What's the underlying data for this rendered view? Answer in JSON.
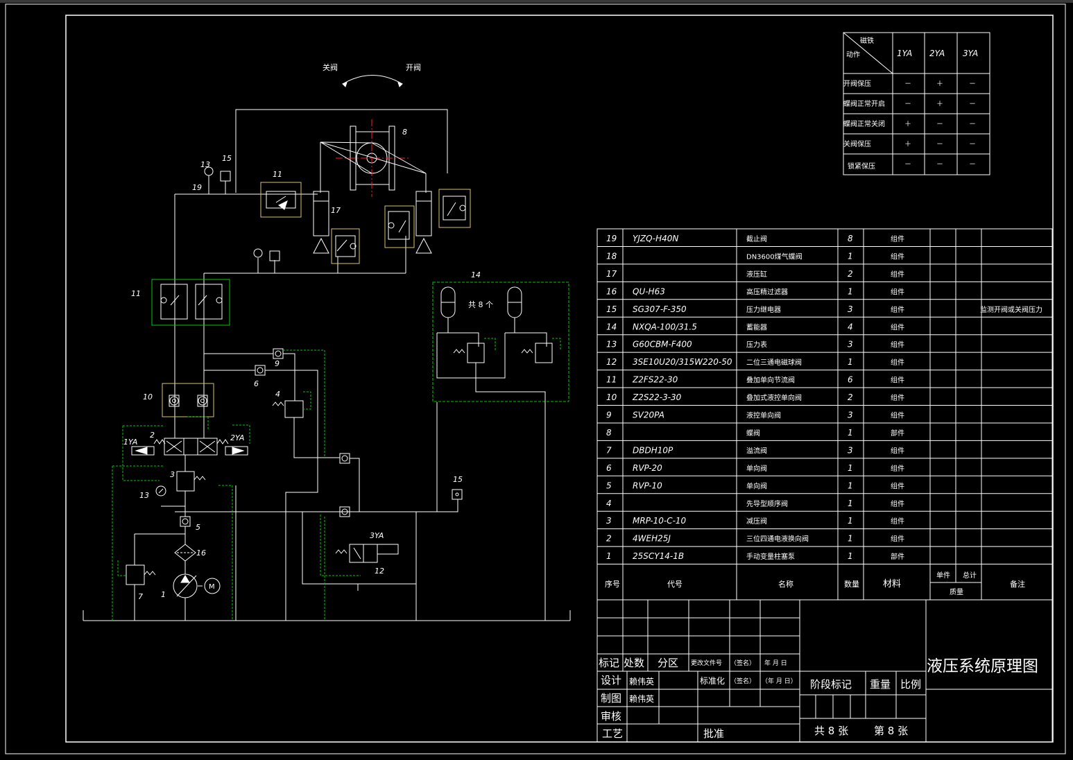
{
  "colors": {
    "background": "#000000",
    "line": "#ffffff",
    "green": "#00cc00",
    "yellow": "#d6c36a",
    "red": "#ff2020"
  },
  "valve_direction": {
    "close": "关阀",
    "open": "开阀"
  },
  "callouts": {
    "c1": "1",
    "c2": "2",
    "c3": "3",
    "c4": "4",
    "c5": "5",
    "c6": "6",
    "c7": "7",
    "c8": "8",
    "c9": "9",
    "c10": "10",
    "c11a": "11",
    "c11b": "11",
    "c12": "12",
    "c13a": "13",
    "c13b": "13",
    "c14": "14",
    "c15a": "15",
    "c15b": "15",
    "c16": "16",
    "c17": "17",
    "c19": "19"
  },
  "solenoids": {
    "ya1": "1YA",
    "ya2": "2YA",
    "ya3": "3YA"
  },
  "accumulator_note": "共 8 个",
  "motor_label": "M",
  "solenoid_table": {
    "header_top": "磁铁",
    "header_bottom": "动作",
    "columns": [
      "1YA",
      "2YA",
      "3YA"
    ],
    "rows": [
      {
        "action": "开阀保压",
        "values": [
          "－",
          "＋",
          "－"
        ]
      },
      {
        "action": "蝶阀正常开启",
        "values": [
          "－",
          "＋",
          "－"
        ]
      },
      {
        "action": "蝶阀正常关闭",
        "values": [
          "＋",
          "－",
          "－"
        ]
      },
      {
        "action": "关阀保压",
        "values": [
          "＋",
          "－",
          "－"
        ]
      },
      {
        "action": "锁紧保压",
        "values": [
          "－",
          "－",
          "－"
        ]
      }
    ]
  },
  "bom": {
    "rows": [
      {
        "no": "19",
        "code": "YJZQ-H40N",
        "name": "截止阀",
        "qty": "8",
        "material": "组件",
        "remark": ""
      },
      {
        "no": "18",
        "code": "",
        "name": "DN3600煤气蝶阀",
        "qty": "1",
        "material": "组件",
        "remark": ""
      },
      {
        "no": "17",
        "code": "",
        "name": "液压缸",
        "qty": "2",
        "material": "组件",
        "remark": ""
      },
      {
        "no": "16",
        "code": "QU-H63",
        "name": "高压精过滤器",
        "qty": "1",
        "material": "组件",
        "remark": ""
      },
      {
        "no": "15",
        "code": "SG307-F-350",
        "name": "压力继电器",
        "qty": "3",
        "material": "组件",
        "remark": "监测开阀或关阀压力"
      },
      {
        "no": "14",
        "code": "NXQA-100/31.5",
        "name": "蓄能器",
        "qty": "4",
        "material": "组件",
        "remark": ""
      },
      {
        "no": "13",
        "code": "G60CBM-F400",
        "name": "压力表",
        "qty": "3",
        "material": "组件",
        "remark": ""
      },
      {
        "no": "12",
        "code": "3SE10U20/315W220-50",
        "name": "二位三通电磁球阀",
        "qty": "1",
        "material": "组件",
        "remark": ""
      },
      {
        "no": "11",
        "code": "Z2FS22-30",
        "name": "叠加单向节流阀",
        "qty": "6",
        "material": "组件",
        "remark": ""
      },
      {
        "no": "10",
        "code": "Z2S22-3-30",
        "name": "叠加式液控单向阀",
        "qty": "2",
        "material": "组件",
        "remark": ""
      },
      {
        "no": "9",
        "code": "SV20PA",
        "name": "液控单向阀",
        "qty": "3",
        "material": "组件",
        "remark": ""
      },
      {
        "no": "8",
        "code": "",
        "name": "蝶阀",
        "qty": "1",
        "material": "部件",
        "remark": ""
      },
      {
        "no": "7",
        "code": "DBDH10P",
        "name": "溢流阀",
        "qty": "3",
        "material": "组件",
        "remark": ""
      },
      {
        "no": "6",
        "code": "RVP-20",
        "name": "单向阀",
        "qty": "1",
        "material": "组件",
        "remark": ""
      },
      {
        "no": "5",
        "code": "RVP-10",
        "name": "单向阀",
        "qty": "1",
        "material": "组件",
        "remark": ""
      },
      {
        "no": "4",
        "code": "",
        "name": "先导型顺序阀",
        "qty": "1",
        "material": "组件",
        "remark": ""
      },
      {
        "no": "3",
        "code": "MRP-10-C-10",
        "name": "减压阀",
        "qty": "1",
        "material": "组件",
        "remark": ""
      },
      {
        "no": "2",
        "code": "4WEH25J",
        "name": "三位四通电液换向阀",
        "qty": "1",
        "material": "组件",
        "remark": ""
      },
      {
        "no": "1",
        "code": "25SCY14-1B",
        "name": "手动变量柱塞泵",
        "qty": "1",
        "material": "部件",
        "remark": ""
      }
    ],
    "header": {
      "no": "序号",
      "code": "代号",
      "name": "名称",
      "qty": "数量",
      "material": "材料",
      "unit": "单件",
      "total": "总计",
      "mass": "质量",
      "remark": "备注"
    }
  },
  "title_block": {
    "mark": "标记",
    "count": "处数",
    "zone": "分区",
    "change_doc": "更改文件号",
    "sign": "（签名）",
    "date": "年 月 日",
    "design": "设计",
    "designer": "赖伟英",
    "standard": "标准化",
    "sign2": "（签名）",
    "date2": "（年 月 日）",
    "drawing": "制图",
    "drawer": "赖伟英",
    "review": "审核",
    "process": "工艺",
    "approve": "批准",
    "stage": "阶段标记",
    "weight": "重量",
    "scale": "比例",
    "sheets_total": "共 8 张",
    "sheet_no": "第 8 张",
    "title": "液压系统原理图"
  }
}
